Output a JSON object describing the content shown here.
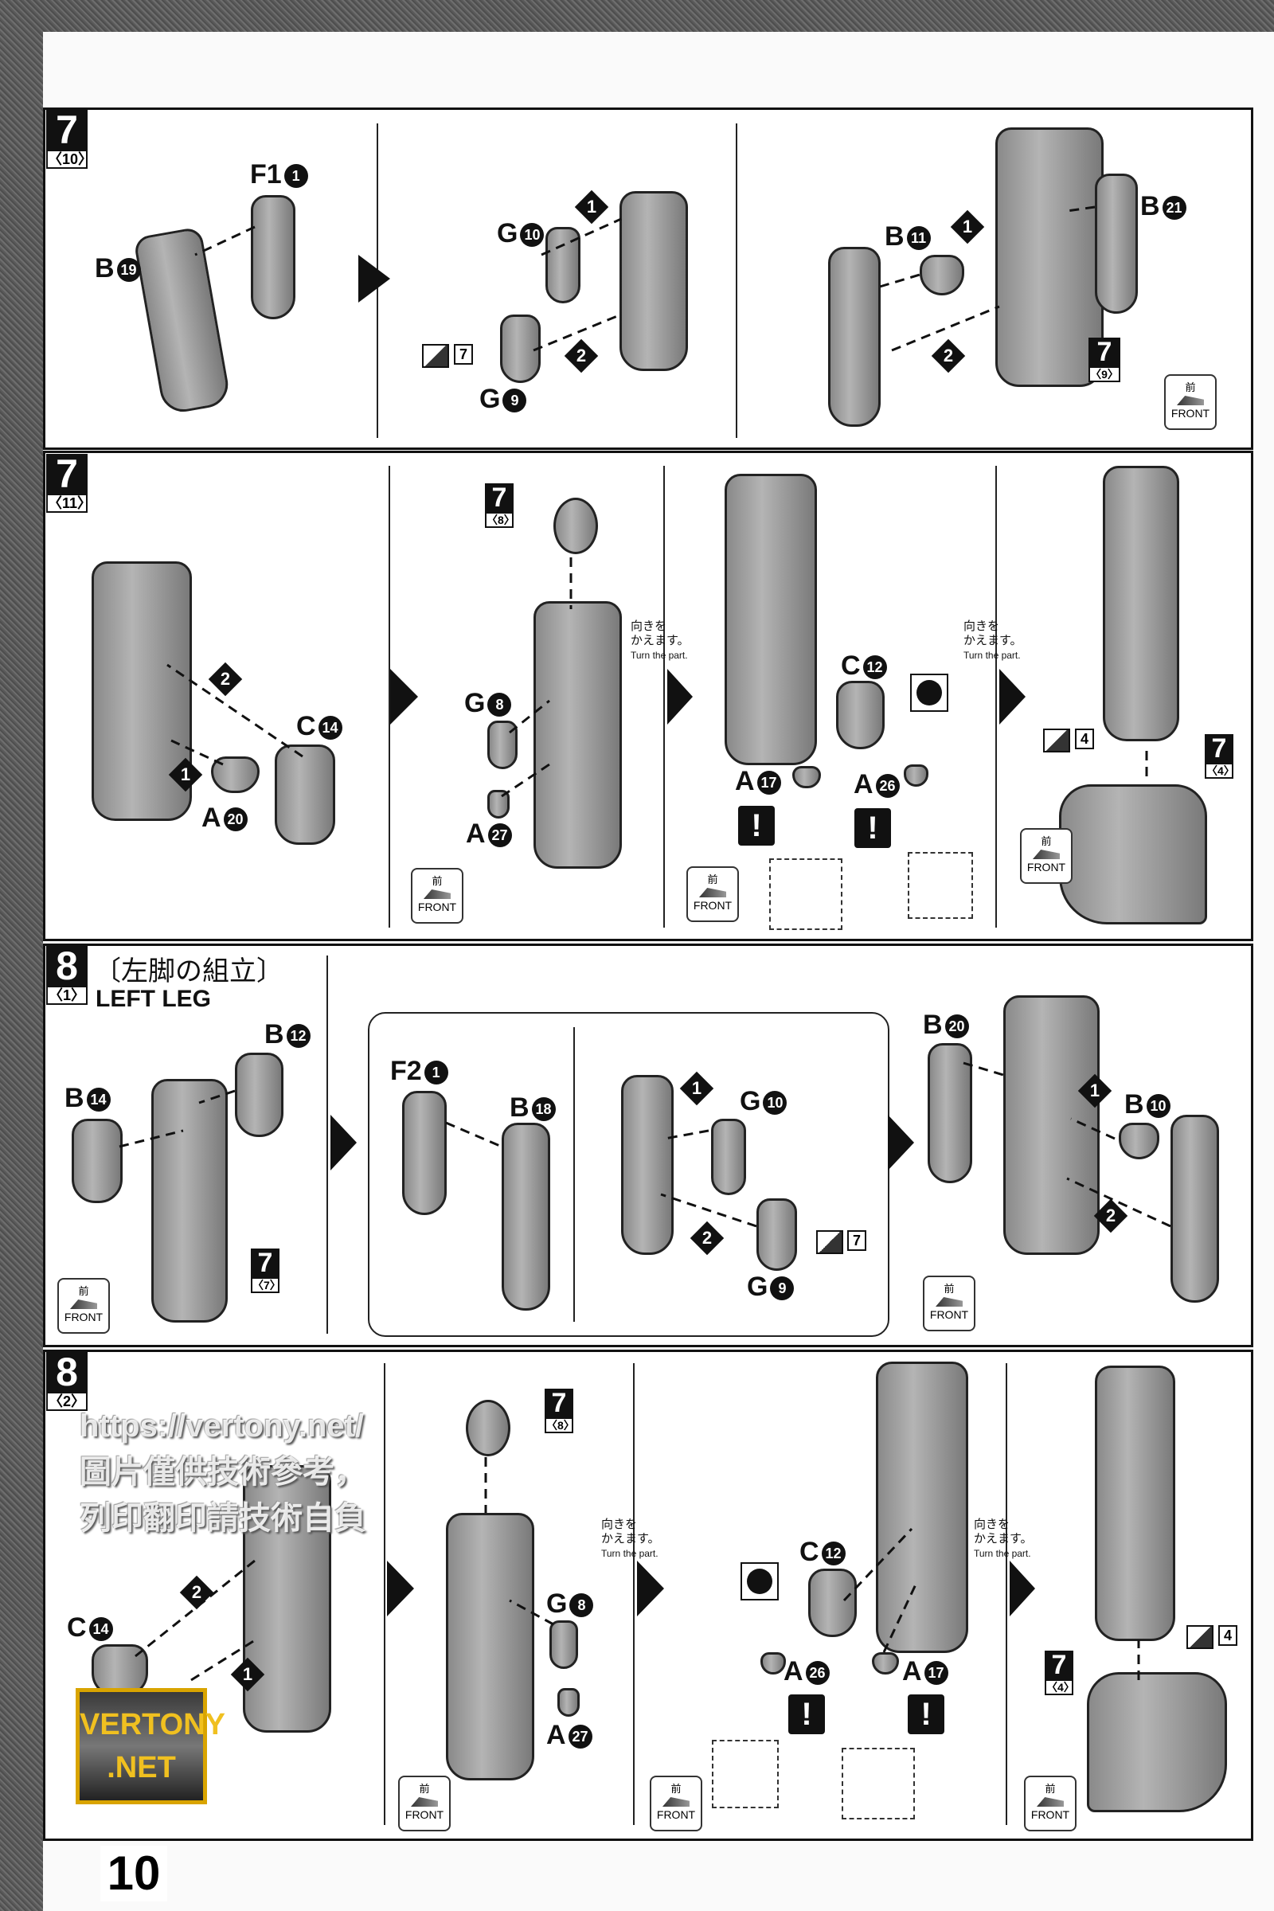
{
  "page_number": "10",
  "front_label": {
    "jp": "前",
    "en": "FRONT"
  },
  "turn_part": {
    "jp1": "向きを",
    "jp2": "かえます。",
    "en": "Turn the part."
  },
  "row1": {
    "step": "7",
    "sub": "〈10〉",
    "labels": [
      {
        "l": "F1",
        "n": "1"
      },
      {
        "l": "B",
        "n": "19"
      },
      {
        "l": "G",
        "n": "10"
      },
      {
        "l": "G",
        "n": "9"
      },
      {
        "l": "B",
        "n": "11"
      },
      {
        "l": "B",
        "n": "21"
      }
    ],
    "tag_num": "7",
    "ref": {
      "step": "7",
      "sub": "〈9〉"
    },
    "arrows": [
      "1",
      "2",
      "1",
      "2"
    ]
  },
  "row2": {
    "step": "7",
    "sub": "〈11〉",
    "labels": [
      {
        "l": "C",
        "n": "14"
      },
      {
        "l": "A",
        "n": "20"
      },
      {
        "l": "G",
        "n": "8"
      },
      {
        "l": "A",
        "n": "27"
      },
      {
        "l": "C",
        "n": "12"
      },
      {
        "l": "A",
        "n": "17"
      },
      {
        "l": "A",
        "n": "26"
      }
    ],
    "ref1": {
      "step": "7",
      "sub": "〈8〉"
    },
    "ref2": {
      "step": "7",
      "sub": "〈4〉"
    },
    "tag_num": "4",
    "arrows": [
      "2",
      "1"
    ],
    "warning": "!"
  },
  "row3": {
    "step": "8",
    "sub": "〈1〉",
    "title_jp": "〔左脚の組立〕",
    "title_en": "LEFT LEG",
    "labels": [
      {
        "l": "B",
        "n": "12"
      },
      {
        "l": "B",
        "n": "14"
      },
      {
        "l": "F2",
        "n": "1"
      },
      {
        "l": "B",
        "n": "18"
      },
      {
        "l": "G",
        "n": "10"
      },
      {
        "l": "G",
        "n": "9"
      },
      {
        "l": "B",
        "n": "20"
      },
      {
        "l": "B",
        "n": "10"
      }
    ],
    "ref": {
      "step": "7",
      "sub": "〈7〉"
    },
    "tag_num": "7",
    "arrows": [
      "1",
      "2",
      "1",
      "2"
    ]
  },
  "row4": {
    "step": "8",
    "sub": "〈2〉",
    "labels": [
      {
        "l": "C",
        "n": "14"
      },
      {
        "l": "G",
        "n": "8"
      },
      {
        "l": "A",
        "n": "27"
      },
      {
        "l": "C",
        "n": "12"
      },
      {
        "l": "A",
        "n": "26"
      },
      {
        "l": "A",
        "n": "17"
      }
    ],
    "ref1": {
      "step": "7",
      "sub": "〈8〉"
    },
    "ref2": {
      "step": "7",
      "sub": "〈4〉"
    },
    "tag_num": "4",
    "arrows": [
      "2",
      "1"
    ],
    "warning": "!"
  },
  "watermark": {
    "url": "https://vertony.net/",
    "line1": "圖片僅供技術參考，",
    "line2": "列印翻印請技術自負",
    "logo1": "VERTONY",
    ".net": ".NET"
  }
}
